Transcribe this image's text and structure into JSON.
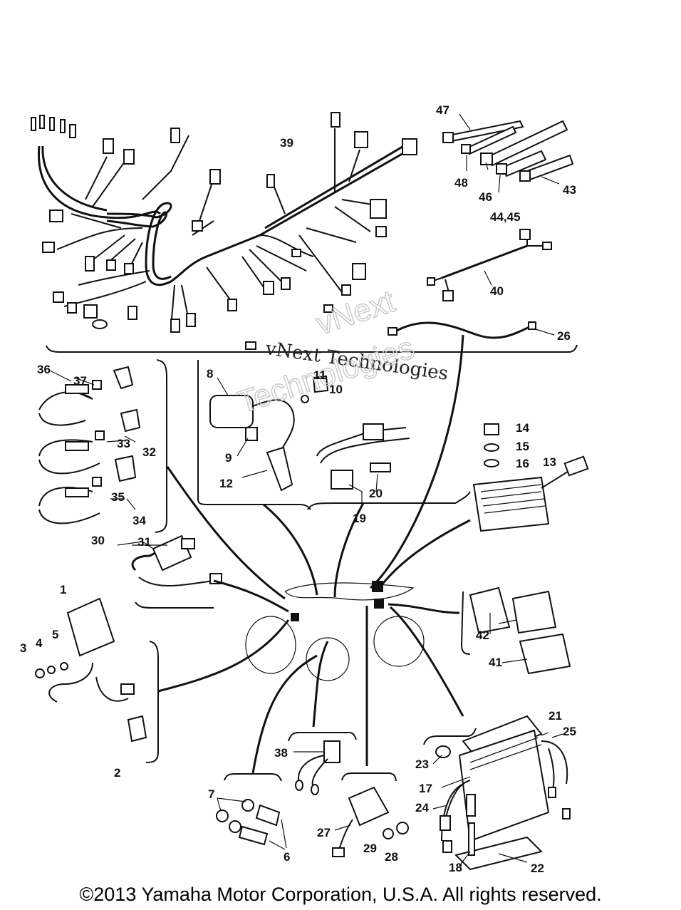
{
  "watermark": {
    "line1": "vNext Technologies",
    "outline_a": "vNext",
    "outline_b": "Technologies"
  },
  "copyright": "©2013 Yamaha Motor Corporation, U.S.A. All rights reserved.",
  "callouts": [
    "1",
    "2",
    "3",
    "4",
    "5",
    "6",
    "7",
    "8",
    "9",
    "10",
    "11",
    "12",
    "13",
    "14",
    "15",
    "16",
    "17",
    "18",
    "19",
    "20",
    "21",
    "22",
    "23",
    "24",
    "25",
    "26",
    "27",
    "28",
    "29",
    "30",
    "31",
    "32",
    "33",
    "34",
    "35",
    "36",
    "37",
    "38",
    "39",
    "40",
    "41",
    "42",
    "43",
    "44,45",
    "46",
    "47",
    "48"
  ]
}
